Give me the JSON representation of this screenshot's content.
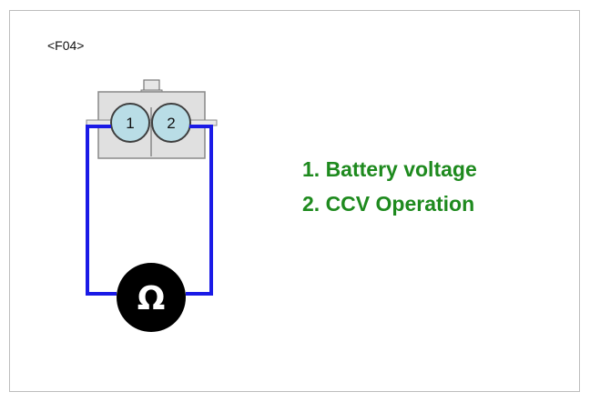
{
  "connector_code": "<F04>",
  "connector": {
    "pins": [
      {
        "number": "1"
      },
      {
        "number": "2"
      }
    ]
  },
  "meter": {
    "symbol": "Ω",
    "icon": "ohmmeter-icon"
  },
  "legend": [
    {
      "text": "1. Battery voltage"
    },
    {
      "text": "2. CCV Operation"
    }
  ],
  "colors": {
    "wire": "#1a1ae6",
    "legend_text": "#1e8a1e",
    "pin_fill": "#b9dde6",
    "connector_body": "#e0e0e0",
    "meter_body": "#000000"
  }
}
